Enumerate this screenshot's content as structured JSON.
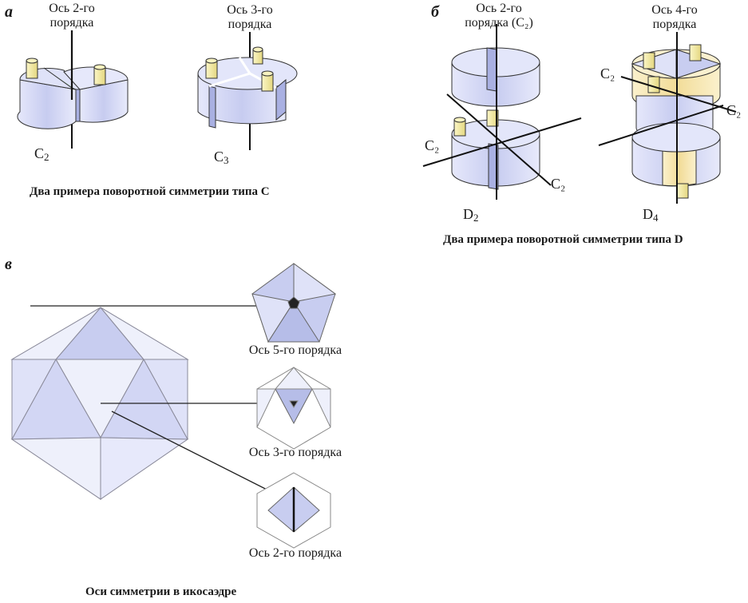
{
  "panels": {
    "a": {
      "letter": "а",
      "c2_axis_label": "Ось 2-го\nпорядка",
      "c3_axis_label": "Ось 3-го\nпорядка",
      "c2_symbol": "C",
      "c2_index": "2",
      "c3_symbol": "C",
      "c3_index": "3",
      "caption": "Два примера поворотной симметрии типа С"
    },
    "b": {
      "letter": "б",
      "d2_axis_label": "Ось 2-го\nпорядка (C₂)",
      "d4_axis_label": "Ось 4-го\nпорядка",
      "c2_labels": [
        "C₂",
        "C₂",
        "C₂",
        "C₂"
      ],
      "d2_symbol": "D",
      "d2_index": "2",
      "d4_symbol": "D",
      "d4_index": "4",
      "caption": "Два примера поворотной симметрии типа D"
    },
    "c": {
      "letter": "в",
      "axis5_label": "Ось 5-го порядка",
      "axis3_label": "Ось 3-го порядка",
      "axis2_label": "Ось 2-го порядка",
      "caption": "Оси симметрии в икосаэдре"
    }
  },
  "colors": {
    "face_blue": "#c8cdf0",
    "face_dark_blue": "#a9b0e2",
    "face_yellow": "#f6e6ad",
    "peg_yellow": "#efe49a",
    "line": "#222222"
  }
}
